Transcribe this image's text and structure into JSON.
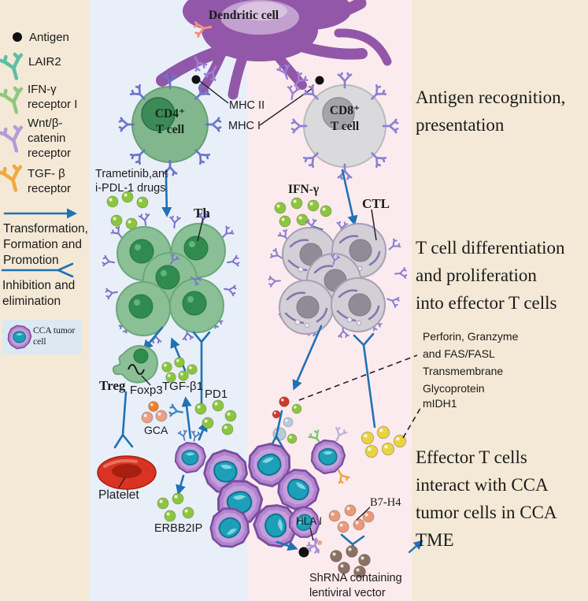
{
  "colors": {
    "arrow_blue": "#2171b5",
    "panel_beige": "#f3e9d6",
    "panel_blue": "#e9eff8",
    "panel_pink": "#fcebee",
    "tumor_purple": "#b284d0",
    "tumor_nucleus": "#1d9fb8",
    "tcell_green": "#8bbf96",
    "tcell_gray": "#d2cfd6",
    "platelet_red": "#d93323"
  },
  "legend": {
    "antigen": "Antigen",
    "lair2": "LAIR2",
    "ifng_receptor": "IFN-γ\nreceptor I",
    "wnt_receptor": "Wnt/β-\ncatenin\nreceptor",
    "tgfb_receptor": "TGF- β\nreceptor",
    "promotion": "Transformation,\nFormation and\nPromotion",
    "inhibition": "Inhibition and\nelimination",
    "cca_cell": "CCA tumor\ncell"
  },
  "cells": {
    "dendritic": "Dendritic cell",
    "cd4": "CD4⁺\nT cell",
    "cd8": "CD8⁺\nT cell",
    "th": "Th",
    "ctl": "CTL",
    "treg": "Treg",
    "platelet": "Platelet"
  },
  "molecules": {
    "mhc2": "MHC II",
    "mhc1": "MHC I",
    "drugs": "Trametinib,ant\ni-PDL-1 drugs",
    "ifng": "IFN-γ",
    "foxp3": "Foxp3",
    "tgfb1": "TGF-β1",
    "pd1": "PD1",
    "gca": "GCA",
    "erbb2ip": "ERBB2IP",
    "hla1": "HLA I",
    "b7h4": "B7-H4",
    "shrna": "ShRNA containing\nlentiviral vector"
  },
  "annotations": {
    "perforin": "Perforin, Granzyme\nand FAS/FASL\nTransmembrane\nGlycoprotein",
    "midh1": "mIDH1"
  },
  "stages": [
    {
      "label": "Antigen recognition,\npresentation"
    },
    {
      "label": "T cell differentiation\nand proliferation\ninto effector T cells"
    },
    {
      "label": "Effector T cells\ninteract with CCA\ntumor cells in CCA\nTME"
    }
  ]
}
